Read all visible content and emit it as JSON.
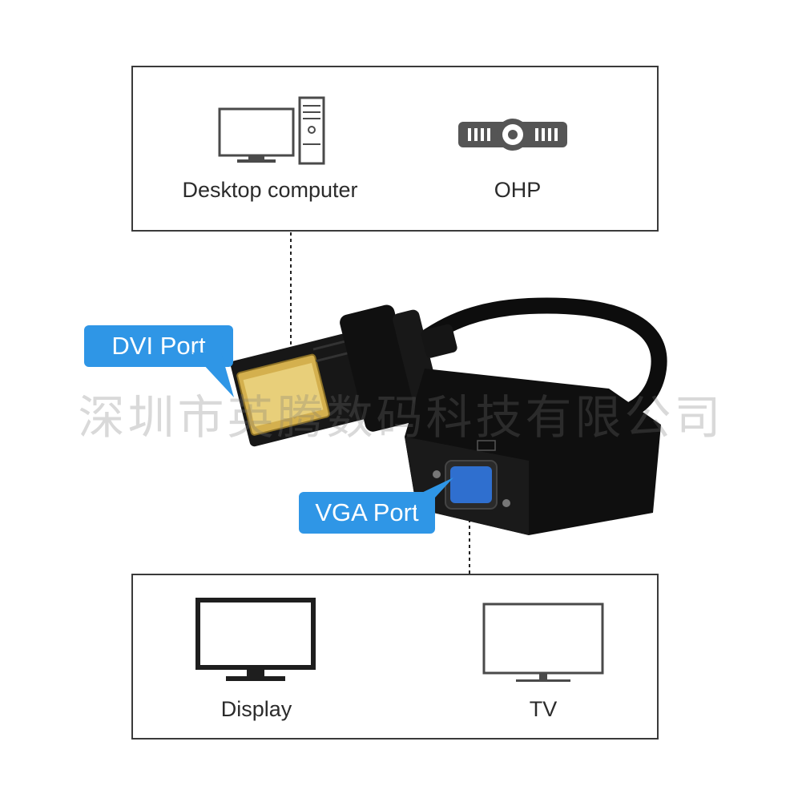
{
  "top_panel": {
    "devices": [
      {
        "label": "Desktop computer",
        "icon": "desktop-computer-icon"
      },
      {
        "label": "OHP",
        "icon": "projector-icon"
      }
    ]
  },
  "bottom_panel": {
    "devices": [
      {
        "label": "Display",
        "icon": "display-monitor-icon"
      },
      {
        "label": "TV",
        "icon": "tv-icon"
      }
    ]
  },
  "callouts": {
    "dvi": "DVI Port",
    "vga": "VGA Port"
  },
  "watermark": "深圳市英腾数码科技有限公司",
  "colors": {
    "callout": "#2f96e6",
    "adapter": "#111111",
    "vga_port": "#2f6fcf",
    "gold_pins": "#c9a544"
  }
}
